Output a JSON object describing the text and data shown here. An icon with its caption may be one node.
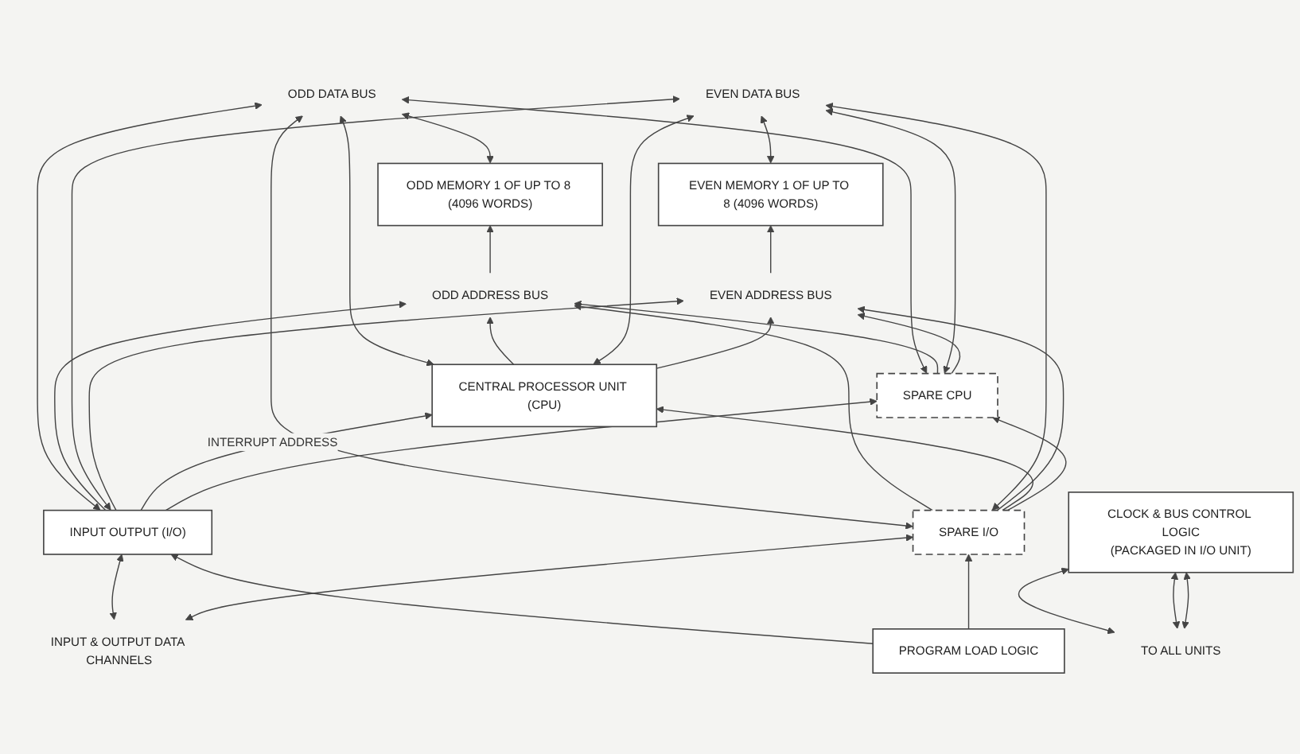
{
  "diagram": {
    "nodes": [
      {
        "text": [
          "ODD DATA BUS"
        ]
      },
      {
        "text": [
          "ODD ADDRESS BUS"
        ]
      },
      {
        "text": [
          "EVEN DATA BUS"
        ]
      },
      {
        "text": [
          "EVEN ADDRESS BUS"
        ]
      },
      {
        "text": [
          "ODD MEMORY 1 OF UP TO 8 (4096 WORDS)"
        ]
      },
      {
        "text": [
          "EVEN MEMORY 1 OF UP TO 8 (4096 WORDS)"
        ]
      },
      {
        "text": [
          "CENTRAL PROCESSOR UNIT (CPU)"
        ]
      },
      {
        "text": [
          "SPARE CPU"
        ]
      },
      {
        "text": [
          "INPUT OUTPUT (I/O)"
        ]
      },
      {
        "text": [
          "SPARE I/O"
        ]
      },
      {
        "text": [
          "INPUT & OUTPUT DATA CHANNELS"
        ]
      },
      {
        "text": [
          "PROGRAM LOAD LOGIC"
        ]
      },
      {
        "text": [
          "CLOCK & BUS CONTROL LOGIC",
          "(PACKAGED IN I/O UNIT)"
        ]
      },
      {
        "text": [
          "TO ALL UNITS"
        ]
      }
    ],
    "edges": [
      {
        "from": 0,
        "to": 4,
        "arrow": "both"
      },
      {
        "from": 0,
        "to": 6,
        "arrow": "both"
      },
      {
        "from": 0,
        "to": 7,
        "arrow": "both"
      },
      {
        "from": 0,
        "to": 8,
        "arrow": "both"
      },
      {
        "from": 0,
        "to": 9,
        "arrow": "both"
      },
      {
        "from": 1,
        "to": 4,
        "arrow": "to"
      },
      {
        "from": 6,
        "to": 1,
        "arrow": "to"
      },
      {
        "from": 7,
        "to": 1,
        "arrow": "to"
      },
      {
        "from": 8,
        "to": 1,
        "arrow": "to"
      },
      {
        "from": 9,
        "to": 1,
        "arrow": "to"
      },
      {
        "from": 2,
        "to": 5,
        "arrow": "both"
      },
      {
        "from": 2,
        "to": 6,
        "arrow": "both"
      },
      {
        "from": 2,
        "to": 7,
        "arrow": "both"
      },
      {
        "from": 2,
        "to": 8,
        "arrow": "both"
      },
      {
        "from": 2,
        "to": 9,
        "arrow": "both"
      },
      {
        "from": 3,
        "to": 5,
        "arrow": "to"
      },
      {
        "from": 6,
        "to": 3,
        "arrow": "to"
      },
      {
        "from": 7,
        "to": 3,
        "arrow": "to"
      },
      {
        "from": 8,
        "to": 3,
        "arrow": "to"
      },
      {
        "from": 9,
        "to": 3,
        "arrow": "to"
      },
      {
        "from": 8,
        "to": 6,
        "arrow": "to",
        "label": "INTERRUPT ADDRESS"
      },
      {
        "from": 8,
        "to": 7,
        "arrow": "to"
      },
      {
        "from": 9,
        "to": 6,
        "arrow": "to"
      },
      {
        "from": 9,
        "to": 7,
        "arrow": "to"
      },
      {
        "from": 8,
        "to": 10,
        "arrow": "both"
      },
      {
        "from": 9,
        "to": 10,
        "arrow": "both"
      },
      {
        "from": 11,
        "to": 8,
        "arrow": "to"
      },
      {
        "from": 11,
        "to": 9,
        "arrow": "to"
      },
      {
        "from": 12,
        "to": 13,
        "arrow": "both"
      },
      {
        "from": 12,
        "to": 13,
        "arrow": "both"
      },
      {
        "from": 12,
        "to": 13,
        "arrow": "both"
      }
    ]
  }
}
